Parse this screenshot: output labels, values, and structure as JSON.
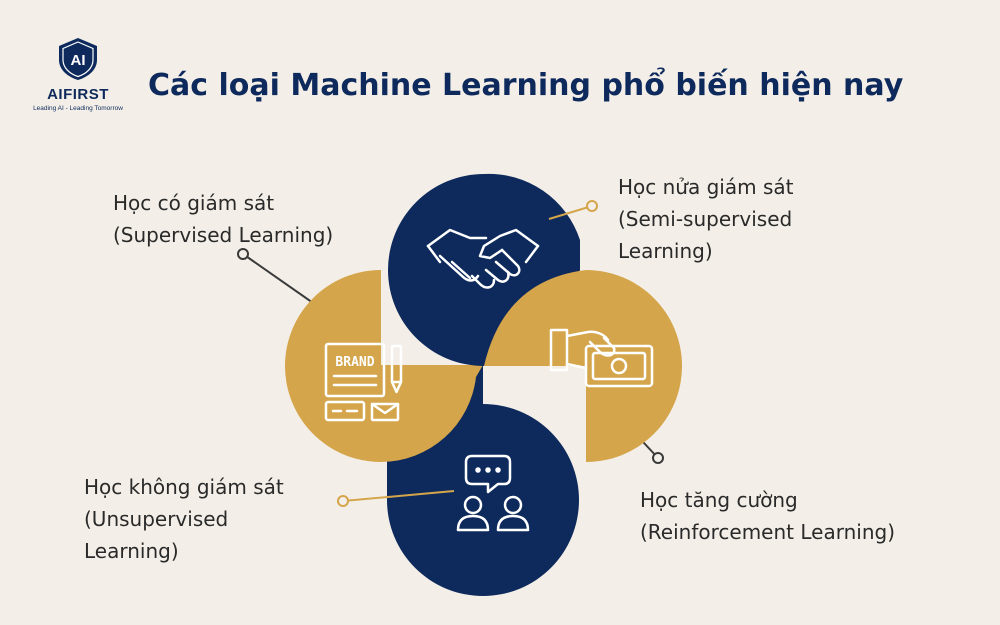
{
  "header": {
    "title": "Các loại Machine Learning phổ biến hiện nay"
  },
  "logo": {
    "mark": "AI",
    "name": "AIFIRST",
    "tagline": "Leading AI - Leading Tomorrow"
  },
  "colors": {
    "navy": "#0e2a5c",
    "gold": "#d4a54a",
    "background": "#f3efe8"
  },
  "nodes": [
    {
      "id": "supervised",
      "line1": "Học có giám sát",
      "line2": "(Supervised Learning)",
      "line3": "",
      "icon": "brand-document-icon",
      "color": "gold"
    },
    {
      "id": "semi-supervised",
      "line1": "Học nửa giám sát",
      "line2": "(Semi-supervised",
      "line3": "Learning)",
      "icon": "handshake-icon",
      "color": "navy"
    },
    {
      "id": "reinforcement",
      "line1": "Học tăng cường",
      "line2": "(Reinforcement Learning)",
      "line3": "",
      "icon": "hand-money-icon",
      "color": "gold"
    },
    {
      "id": "unsupervised",
      "line1": "Học không giám sát",
      "line2": "(Unsupervised",
      "line3": "Learning)",
      "icon": "people-chat-icon",
      "color": "navy"
    }
  ]
}
